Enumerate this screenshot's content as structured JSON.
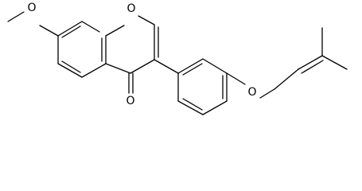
{
  "atom_labels": {
    "methoxy_oxygen": "O",
    "ring_oxygen": "O",
    "carbonyl_oxygen": "O",
    "ether_oxygen": "O"
  },
  "colors": {
    "bond": "#000000",
    "label": "#000000",
    "background": "#ffffff"
  }
}
